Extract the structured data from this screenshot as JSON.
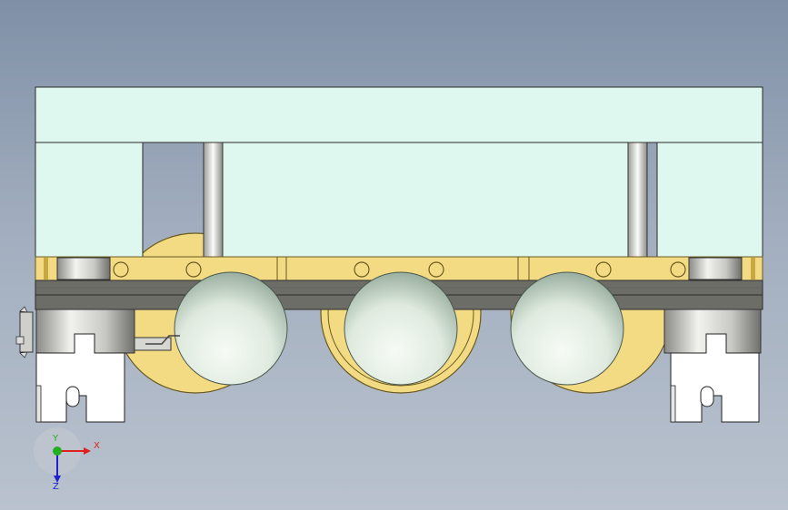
{
  "viewport": {
    "background_top": "#7f90a6",
    "background_bottom": "#b9c2ce"
  },
  "model": {
    "colors": {
      "plate": "#dff8ef",
      "brass": "#f3db84",
      "brass_dark": "#c9a843",
      "rail": "#6d6d68",
      "steel": "#d6d6d2",
      "ball": "#e9f3ea",
      "block": "#ffffff"
    },
    "balls": 3,
    "bearing_blocks": 2
  },
  "triad": {
    "x_label": "X",
    "y_label": "Y",
    "z_label": "Z",
    "x_color": "#e02020",
    "y_color": "#20b020",
    "z_color": "#2020d0"
  }
}
